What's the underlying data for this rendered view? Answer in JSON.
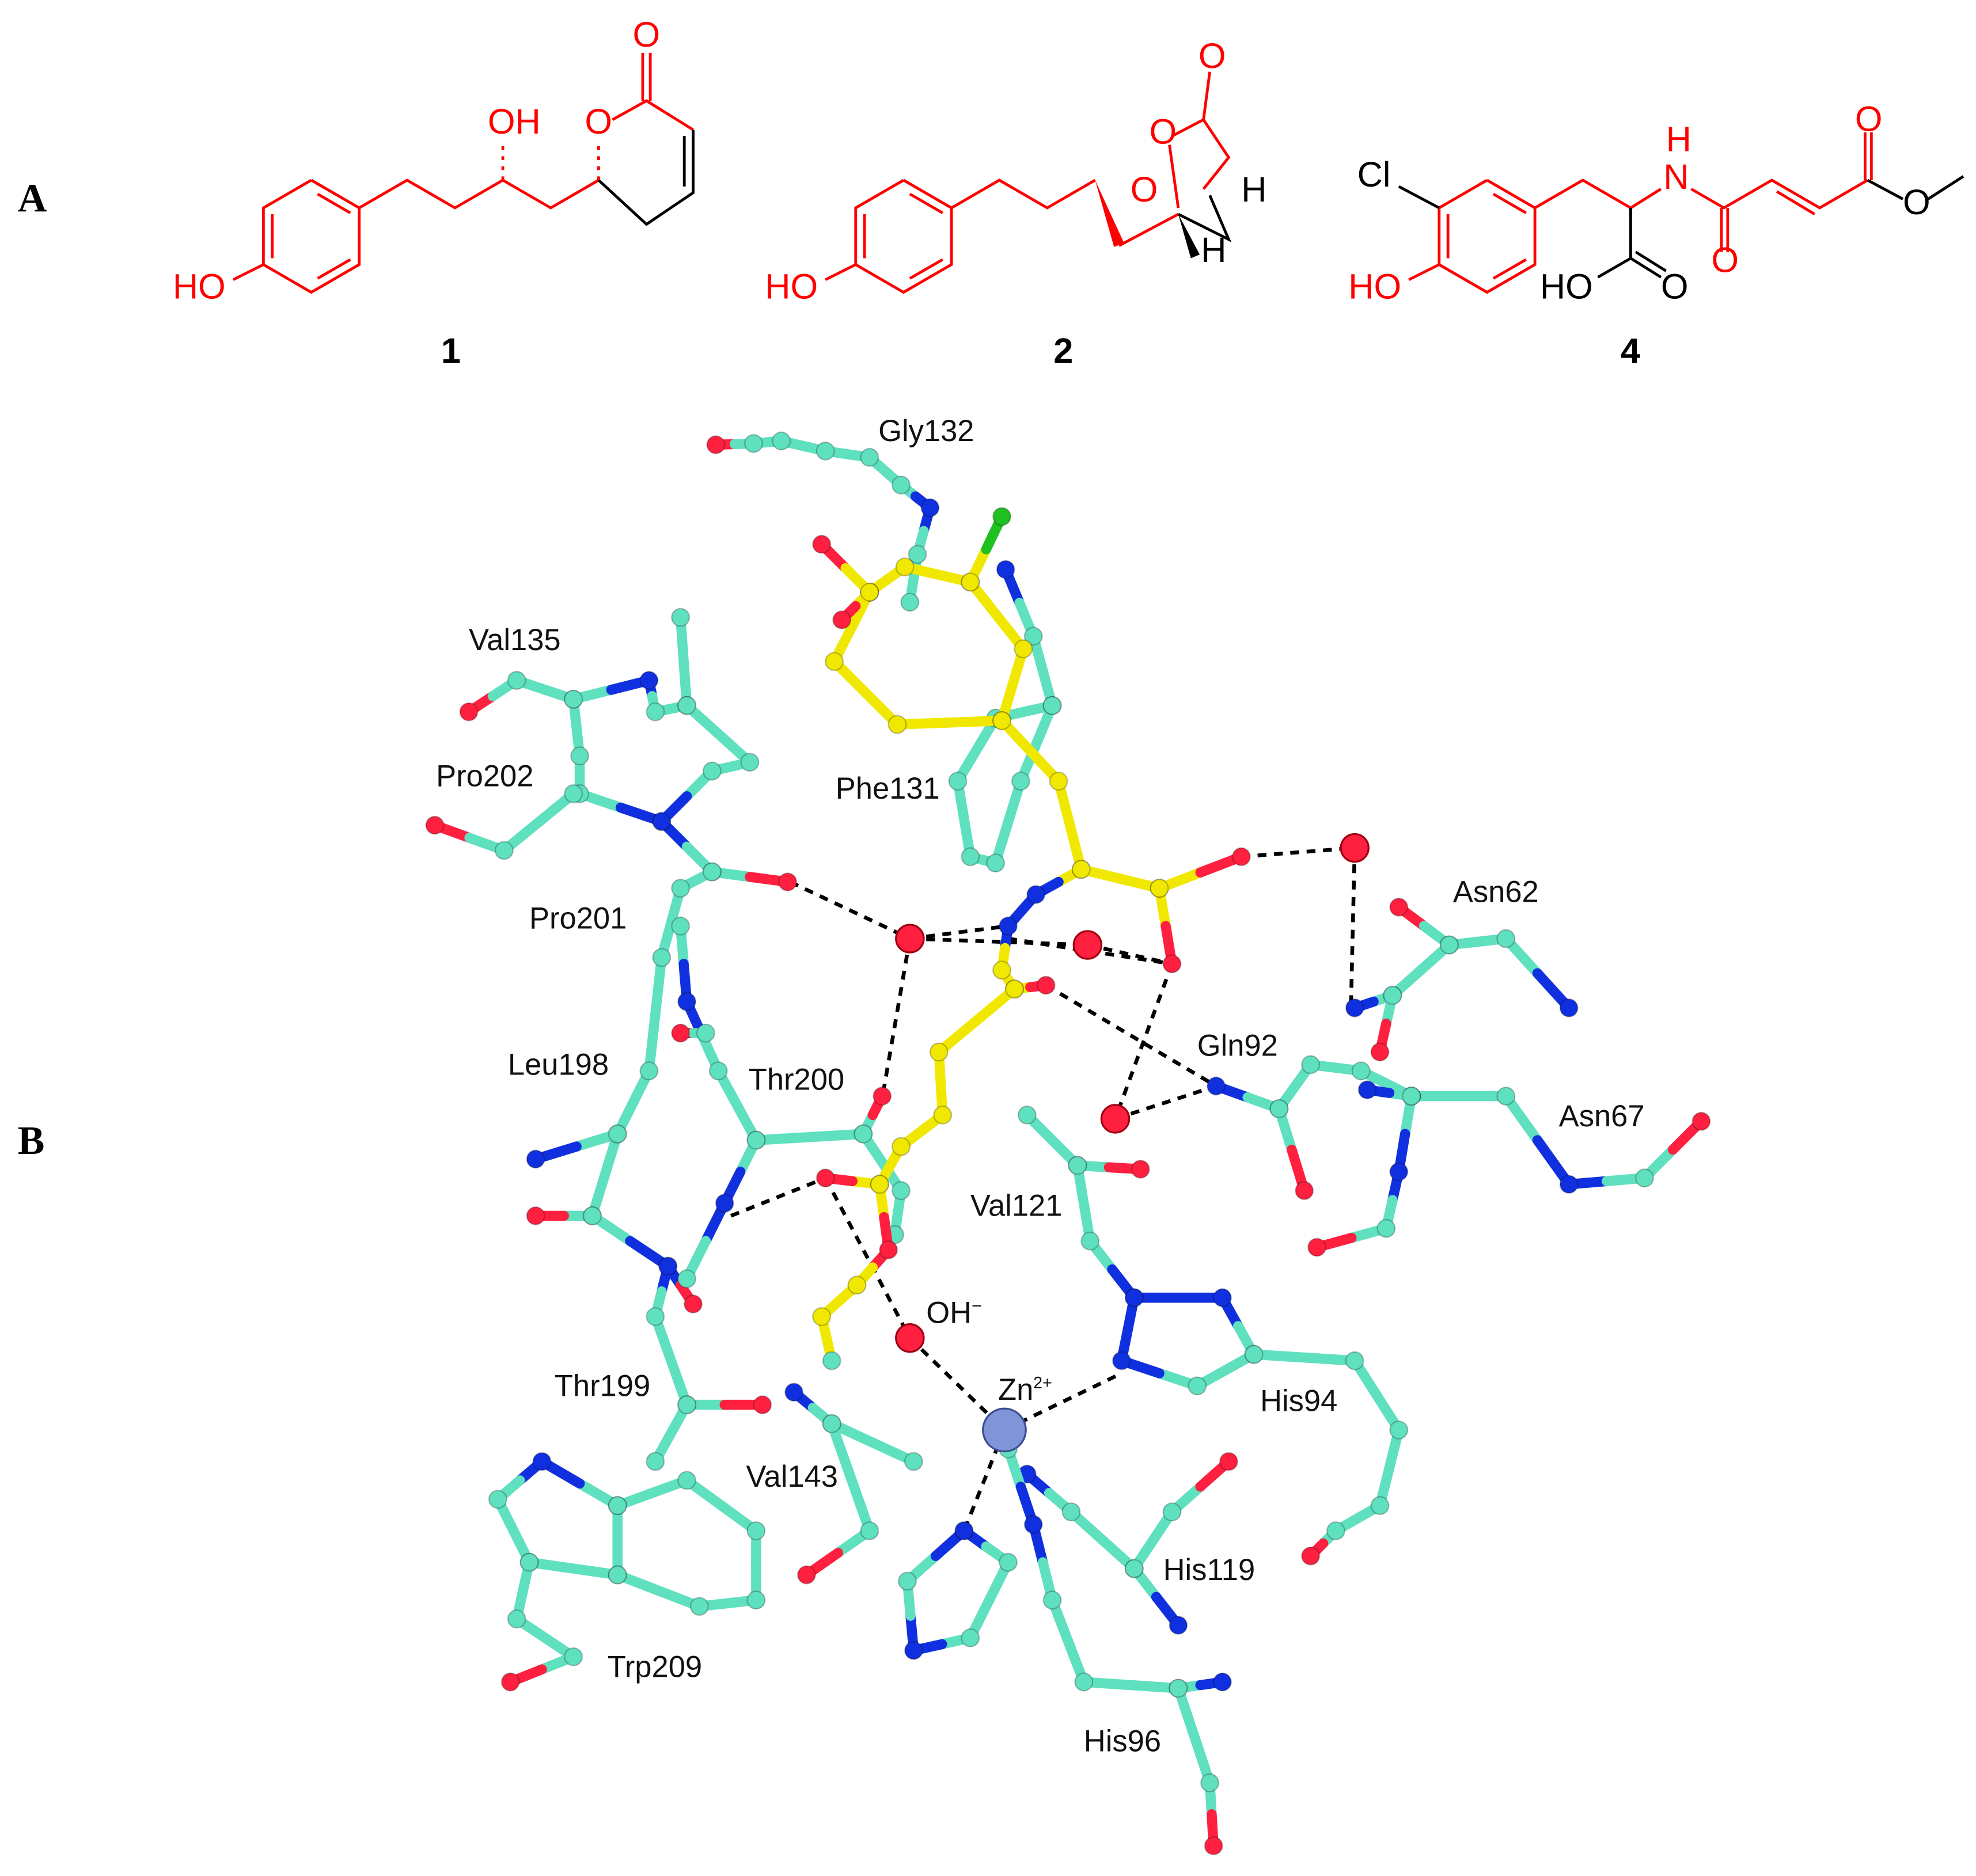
{
  "panels": {
    "a": "A",
    "b": "B"
  },
  "compounds": [
    {
      "number": "1",
      "labels": {
        "ho": "HO",
        "oh": "OH",
        "ring_o": "O",
        "carbonyl_o": "O"
      }
    },
    {
      "number": "2",
      "labels": {
        "ho": "HO",
        "ring_o": "O",
        "bridge_o": "O",
        "carbonyl_o": "O",
        "h1": "H",
        "h2": "H"
      }
    },
    {
      "number": "4",
      "labels": {
        "cl": "Cl",
        "ho": "HO",
        "nh_h": "H",
        "n": "N",
        "amide_o": "O",
        "ester_co": "O",
        "ester_o": "O",
        "acid_ho": "HO",
        "acid_o": "O"
      }
    }
  ],
  "residues": [
    "Gly132",
    "Val135",
    "Pro202",
    "Phe131",
    "Pro201",
    "Asn62",
    "Leu198",
    "Thr200",
    "Gln92",
    "Asn67",
    "Val121",
    "Thr199",
    "His94",
    "Val143",
    "His119",
    "Trp209",
    "His96"
  ],
  "ions": {
    "hydroxide": "OH",
    "hydroxide_charge": "−",
    "zinc": "Zn",
    "zinc_charge": "2+"
  },
  "colors": {
    "highlight": "#ff0000",
    "protein_carbon": "#5fe0bf",
    "ligand_carbon": "#f0e800",
    "oxygen": "#ff2040",
    "nitrogen": "#1030e0",
    "chlorine": "#20c020",
    "zinc": "#7f95d8",
    "hbond": "#000000"
  }
}
